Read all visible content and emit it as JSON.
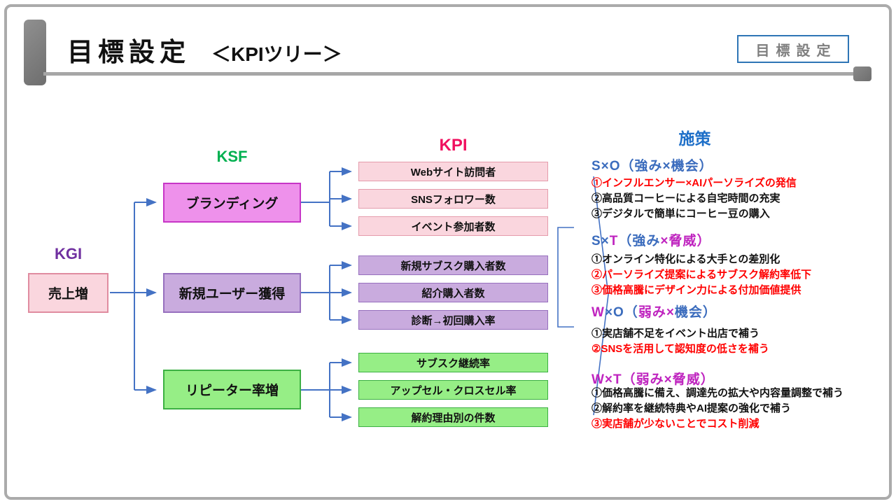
{
  "header": {
    "title": "目標設定",
    "subtitle": "＜KPIツリー＞",
    "corner_label": "目標設定"
  },
  "column_labels": {
    "kgi": "KGI",
    "ksf": "KSF",
    "kpi": "KPI",
    "sesaku": "施策"
  },
  "kgi": {
    "label": "売上増"
  },
  "ksf_groups": [
    {
      "label": "ブランディング",
      "kpis": [
        "Webサイト訪問者",
        "SNSフォロワー数",
        "イベント参加者数"
      ]
    },
    {
      "label": "新規ユーザー獲得",
      "kpis": [
        "新規サブスク購入者数",
        "紹介購入者数",
        "診断→初回購入率"
      ]
    },
    {
      "label": "リピーター率増",
      "kpis": [
        "サブスク継続率",
        "アップセル・クロスセル率",
        "解約理由別の件数"
      ]
    }
  ],
  "action_sections": [
    {
      "header_spans": [
        {
          "text": "S×O（強み×機会）",
          "color": "#3B6CBD"
        }
      ],
      "items": [
        {
          "text": "①インフルエンサー×AIパーソライズの発信",
          "color": "#FF0000"
        },
        {
          "text": "②高品質コーヒーによる自宅時間の充実",
          "color": "#111111"
        },
        {
          "text": "③デジタルで簡単にコーヒー豆の購入",
          "color": "#111111"
        }
      ]
    },
    {
      "header_spans": [
        {
          "text": "S×",
          "color": "#3B6CBD"
        },
        {
          "text": "T",
          "color": "#BF24BF"
        },
        {
          "text": "（強み",
          "color": "#3B6CBD"
        },
        {
          "text": "×脅威）",
          "color": "#BF24BF"
        }
      ],
      "items": [
        {
          "text": "①オンライン特化による大手との差別化",
          "color": "#111111"
        },
        {
          "text": "②パーソライズ提案によるサブスク解約率低下",
          "color": "#FF0000"
        },
        {
          "text": "③価格高騰にデザイン力による付加価値提供",
          "color": "#FF0000"
        }
      ]
    },
    {
      "header_spans": [
        {
          "text": "W",
          "color": "#BF24BF"
        },
        {
          "text": "×O（",
          "color": "#3B6CBD"
        },
        {
          "text": "弱み×",
          "color": "#BF24BF"
        },
        {
          "text": "機会）",
          "color": "#3B6CBD"
        }
      ],
      "items": [
        {
          "text": "①実店舗不足をイベント出店で補う",
          "color": "#111111"
        },
        {
          "text": "②SNSを活用して認知度の低さを補う",
          "color": "#FF0000"
        }
      ]
    },
    {
      "header_spans": [
        {
          "text": "W×T（弱み×脅威）",
          "color": "#BF24BF"
        }
      ],
      "items": [
        {
          "text": "①価格高騰に備え、調達先の拡大や内容量調整で補う",
          "color": "#111111"
        },
        {
          "text": "②解約率を継続特典やAI提案の強化で補う",
          "color": "#111111"
        },
        {
          "text": "③実店舗が少ないことでコスト削減",
          "color": "#FF0000"
        }
      ]
    }
  ],
  "colors": {
    "kgi_label": "#7030A0",
    "ksf_label": "#00B050",
    "kpi_label": "#F0105F",
    "sesaku_label": "#1E6FC8",
    "connector": "#4472C4",
    "red_emphasis": "#FF0000",
    "magenta_header": "#BF24BF",
    "blue_header": "#3B6CBD",
    "pink_fill": "#FAD6DE",
    "pink_border": "#E08CA0",
    "violet_fill": "#EE91EB",
    "violet_border": "#C736C7",
    "purple_fill": "#C9ABDE",
    "purple_border": "#9770BE",
    "green_fill": "#96EE86",
    "green_border": "#3CB043",
    "frame_gray": "#ABABAB",
    "title_bar_gray": "#A6A6A6",
    "corner_box_border": "#2E75B6",
    "corner_box_text": "#7F7F7F"
  }
}
